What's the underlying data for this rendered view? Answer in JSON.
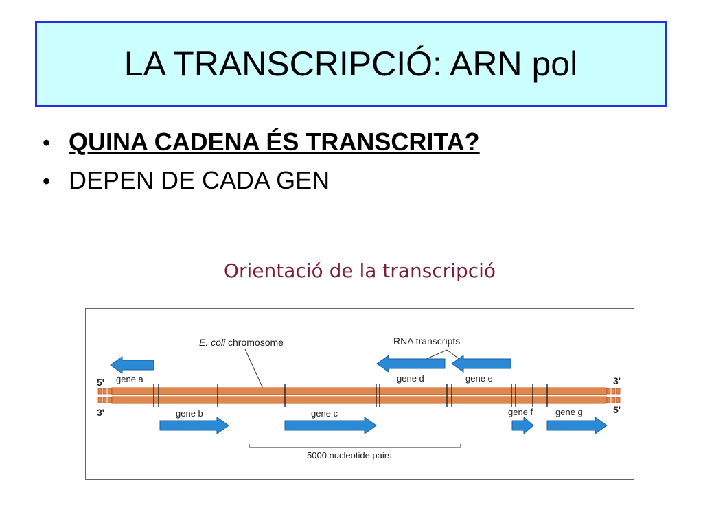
{
  "slide": {
    "title": "LA TRANSCRIPCIÓ: ARN pol",
    "bullets": [
      {
        "text": "QUINA CADENA ÉS TRANSCRITA?"
      },
      {
        "text": "DEPEN DE CADA GEN"
      }
    ],
    "bullet_glyph": "•",
    "caption": "Orientació de la transcripció"
  },
  "diagram": {
    "chromosome_label_prefix": "E. coli",
    "chromosome_label_suffix": " chromosome",
    "transcripts_label": "RNA transcripts",
    "scale_label": "5000 nucleotide pairs",
    "end_labels": {
      "top_left": "5'",
      "bottom_left": "3'",
      "top_right": "3'",
      "bottom_right": "5'"
    },
    "genes": [
      {
        "name": "gene a",
        "strand": "top",
        "direction": "left"
      },
      {
        "name": "gene b",
        "strand": "bottom",
        "direction": "right"
      },
      {
        "name": "gene c",
        "strand": "bottom",
        "direction": "right"
      },
      {
        "name": "gene d",
        "strand": "top",
        "direction": "left"
      },
      {
        "name": "gene e",
        "strand": "top",
        "direction": "left"
      },
      {
        "name": "gene f",
        "strand": "bottom",
        "direction": "right"
      },
      {
        "name": "gene g",
        "strand": "bottom",
        "direction": "right"
      }
    ],
    "colors": {
      "strand_fill": "#e0884a",
      "strand_edge": "#b8562a",
      "arrow_fill": "#2a8ad6",
      "arrow_edge": "#1a5f9e",
      "caption": "#7a1f3a",
      "title_bg": "#ccffff",
      "title_border": "#2233dd"
    }
  }
}
